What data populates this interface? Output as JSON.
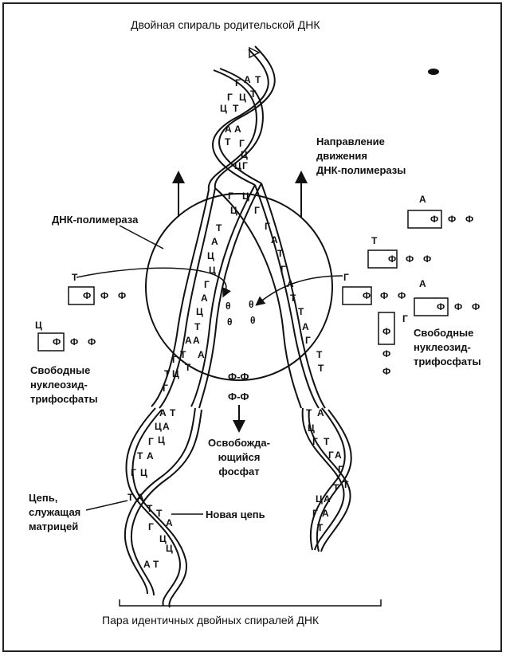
{
  "labels": {
    "title": "Двойная спираль родительской ДНК",
    "direction_line1": "Направление",
    "direction_line2": "движения",
    "direction_line3": "ДНК-полимеразы",
    "polymerase": "ДНК-полимераза",
    "free_left_line1": "Свободные",
    "free_left_line2": "нуклеозид-",
    "free_left_line3": "трифосфаты",
    "free_right_line1": "Свободные",
    "free_right_line2": "нуклеозид-",
    "free_right_line3": "трифосфаты",
    "released_line1": "Освобожда-",
    "released_line2": "ющийся",
    "released_line3": "фосфат",
    "template_line1": "Цепь,",
    "template_line2": "служащая",
    "template_line3": "матрицей",
    "new_strand": "Новая цепь",
    "bottom": "Пара идентичных двойных спиралей ДНК"
  },
  "phosphate_symbol": "Ф",
  "bases": {
    "top_helix": [
      "Г",
      "А",
      "Т",
      "Г",
      "Ц",
      "Т",
      "Ц",
      "Т",
      "А",
      "А",
      "Т",
      "Г",
      "Ц",
      "Ц",
      "Г"
    ],
    "fork_left": [
      "Г",
      "Ц",
      "Т",
      "А",
      "Ц",
      "Ц",
      "Г",
      "А",
      "Ц",
      "Т",
      "А",
      "А",
      "Т",
      "Т",
      "А"
    ],
    "fork_right": [
      "Ц",
      "Г",
      "Г",
      "А",
      "Т",
      "Г",
      "А",
      "Т",
      "Т",
      "А",
      "Г",
      "Т",
      "Т"
    ],
    "left_daughter": [
      "Г",
      "Т",
      "Ц",
      "Г",
      "А",
      "Т",
      "Ц",
      "А",
      "Г",
      "Ц",
      "Т",
      "А",
      "Г",
      "Ц",
      "Т",
      "А",
      "Т",
      "Т",
      "А",
      "Г",
      "Ц",
      "Ц",
      "А",
      "Т"
    ],
    "right_daughter": [
      "Т",
      "А",
      "Ц",
      "Г",
      "Т",
      "Г",
      "А",
      "Г",
      "Т",
      "Т",
      "А",
      "Ц",
      "Г",
      "А",
      "Т"
    ],
    "free_nucleotides": [
      "Т",
      "Ц",
      "А",
      "Т",
      "Г",
      "А",
      "Г"
    ]
  },
  "phosphate_pairs": [
    "Ф-Ф",
    "Ф-Ф"
  ],
  "ion_symbol": "θ"
}
